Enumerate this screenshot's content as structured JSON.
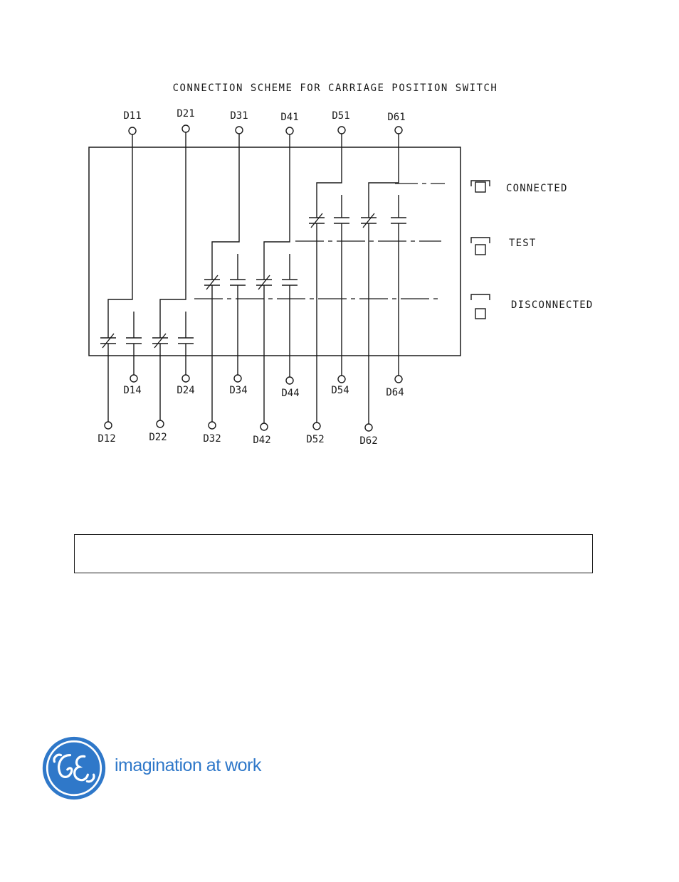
{
  "diagram": {
    "title": "CONNECTION SCHEME FOR CARRIAGE POSITION SWITCH",
    "top_terminals": [
      "D11",
      "D21",
      "D31",
      "D41",
      "D51",
      "D61"
    ],
    "mid_terminals": [
      "D14",
      "D24",
      "D34",
      "D44",
      "D54",
      "D64"
    ],
    "bottom_terminals": [
      "D12",
      "D22",
      "D32",
      "D42",
      "D52",
      "D62"
    ],
    "positions": [
      "CONNECTED",
      "TEST",
      "DISCONNECTED"
    ]
  },
  "note_box": {
    "text": ""
  },
  "footer": {
    "brand_logo": "ge-monogram-logo",
    "tagline": "imagination at work",
    "brand_color": "#2f78c9"
  }
}
